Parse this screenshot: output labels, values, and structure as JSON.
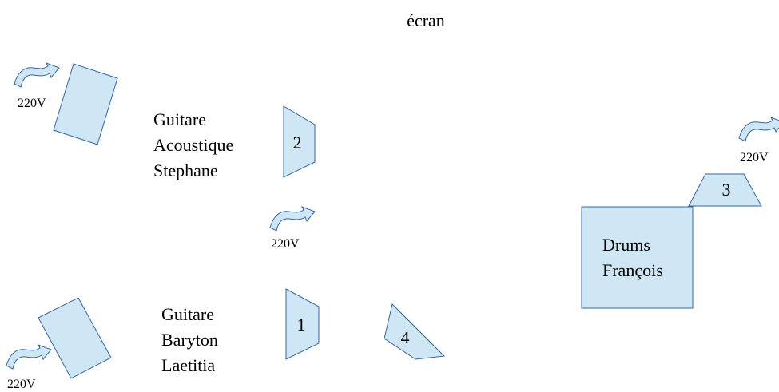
{
  "colors": {
    "shape_fill": "#cfe7f5",
    "shape_stroke": "#3465a4",
    "text": "#000000",
    "background": "#ffffff"
  },
  "title": "écran",
  "musicians": {
    "acoustic": {
      "line1": "Guitare",
      "line2": "Acoustique",
      "line3": "Stephane"
    },
    "baryton": {
      "line1": "Guitare",
      "line2": "Baryton",
      "line3": "Laetitia"
    },
    "drums": {
      "line1": "Drums",
      "line2": "François"
    }
  },
  "monitors": {
    "m1": "1",
    "m2": "2",
    "m3": "3",
    "m4": "4"
  },
  "power": {
    "top_left": "220V",
    "center": "220V",
    "bottom_left": "220V",
    "right": "220V"
  },
  "icons": {
    "power_arrow": "curved-arrow-icon"
  }
}
